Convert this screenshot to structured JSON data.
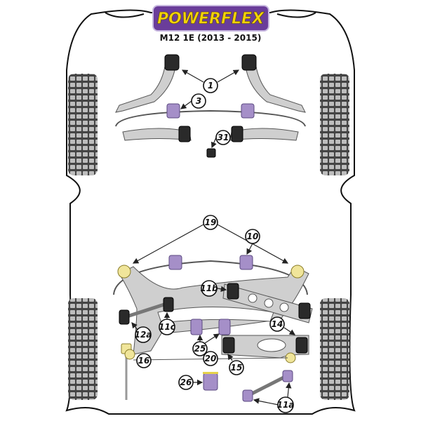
{
  "header": {
    "brand": "POWERFLEX",
    "model": "M12 1E (2013 - 2015)"
  },
  "colors": {
    "brand_purple": "#6a3d9a",
    "brand_yellow": "#f2d20a",
    "bush_purple": "#a58fc8",
    "bush_yellow": "#f0e59a"
  },
  "front_labels": [
    "1",
    "3",
    "31"
  ],
  "rear_labels": [
    "19",
    "10",
    "11b",
    "11c",
    "12a",
    "14",
    "25",
    "16",
    "20",
    "15",
    "26",
    "11a"
  ]
}
